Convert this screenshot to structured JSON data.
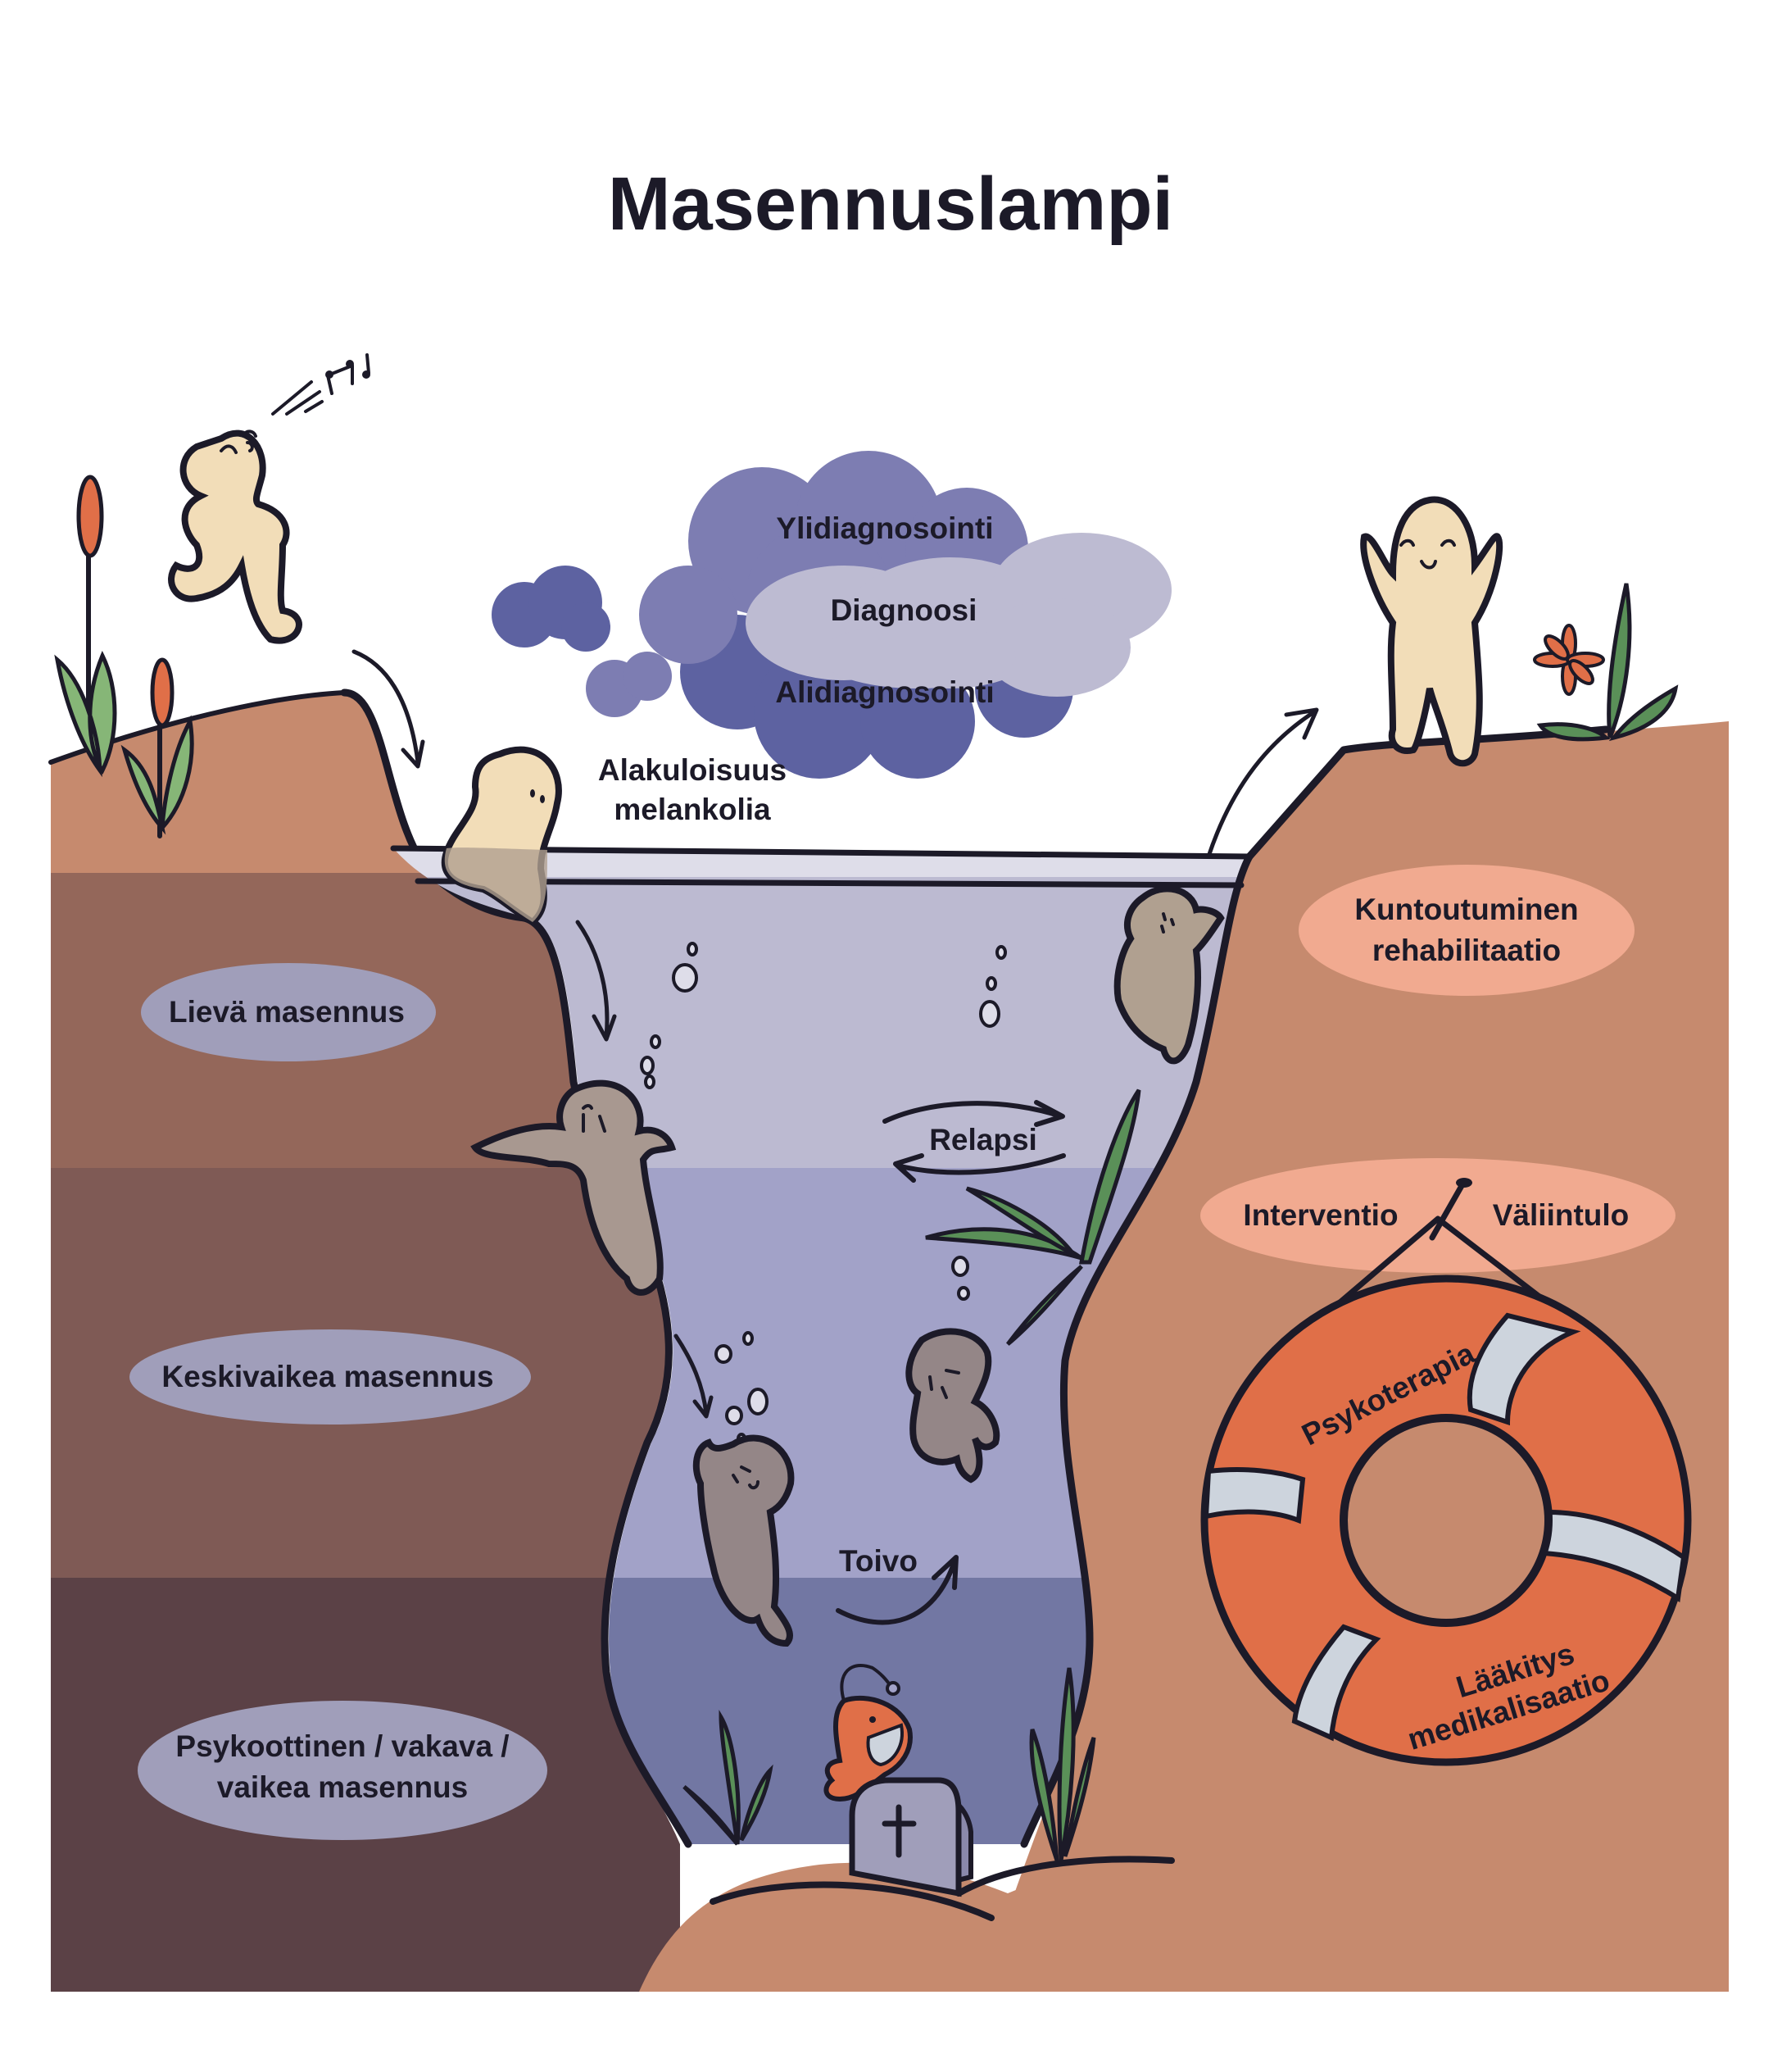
{
  "title": "Masennuslampi",
  "colors": {
    "ink": "#1c1a28",
    "ground_top": "#c68a6e",
    "ground_layer1": "#94675a",
    "ground_layer2": "#7f5a55",
    "ground_layer3": "#5b4146",
    "water_surface": "#dedde9",
    "water_shallow": "#bcbad1",
    "water_mid": "#a2a2c8",
    "water_deep": "#7277a3",
    "cloud_dark": "#5d62a1",
    "cloud_mid": "#7d7db2",
    "cloud_light": "#bdbbd2",
    "label_blue": "#a09eba",
    "label_salmon": "#f1aa90",
    "lifebuoy_orange": "#e06f48",
    "lifebuoy_stripe": "#cdd4dd",
    "person_light": "#f2ddb8",
    "person_gray": "#b0a090",
    "plant_green": "#5a9058",
    "plant_light_green": "#86b677"
  },
  "clouds": {
    "top": "Ylidiagnosointi",
    "middle": "Diagnoosi",
    "bottom": "Alidiagnosointi"
  },
  "surface_label": {
    "line1": "Alakuloisuus",
    "line2": "melankolia"
  },
  "severity_levels": [
    {
      "label": "Lievä masennus"
    },
    {
      "label": "Keskivaikea masennus"
    },
    {
      "line1": "Psykoottinen / vakava /",
      "line2": "vaikea masennus"
    }
  ],
  "recovery": {
    "line1": "Kuntoutuminen",
    "line2": "rehabilitaatio"
  },
  "intervention": {
    "left": "Interventio",
    "right": "Väliintulo"
  },
  "lifebuoy": {
    "top_text": "Psykoterapia",
    "bottom_line1": "Lääkitys",
    "bottom_line2": "medikalisaatio"
  },
  "water_labels": {
    "relapse": "Relapsi",
    "hope": "Toivo"
  },
  "icons": {
    "music_notes": "music-notes-icon",
    "gravestone_cross": "cross-icon"
  }
}
